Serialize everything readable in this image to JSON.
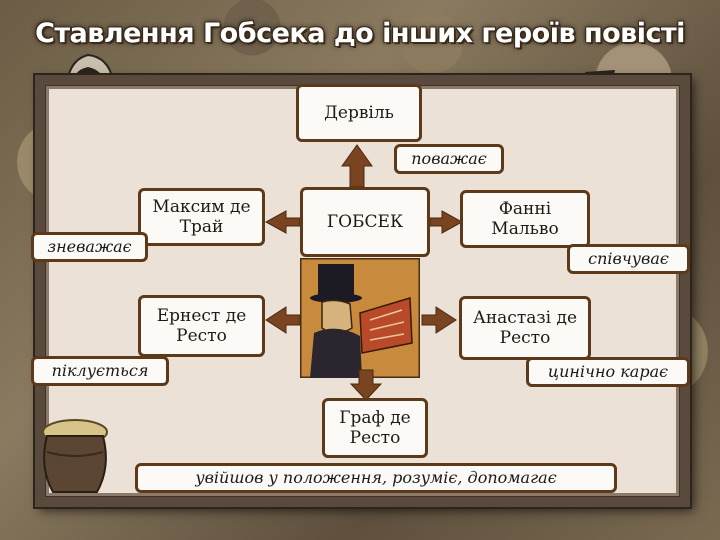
{
  "title": "Ставлення Гобсека до інших героїв повісті",
  "nodes": {
    "center": "ГОБСЕК",
    "derville": "Дервіль",
    "maxime": "Максим де Трай",
    "fanny": "Фанні Мальво",
    "ernest": "Ернест де Ресто",
    "anastasie": "Анастазі де Ресто",
    "count": "Граф де Ресто"
  },
  "relations": {
    "derville": "поважає",
    "maxime": "зневажає",
    "fanny": "співчуває",
    "ernest": "піклується",
    "anastasie": "цинічно карає",
    "count": "увійшов у положення, розуміє, допомагає"
  },
  "colors": {
    "box_border": "#5c3a19",
    "arrow": "#7a4420",
    "frame": "#5a4a3e",
    "panel": "#ebe1d7"
  }
}
